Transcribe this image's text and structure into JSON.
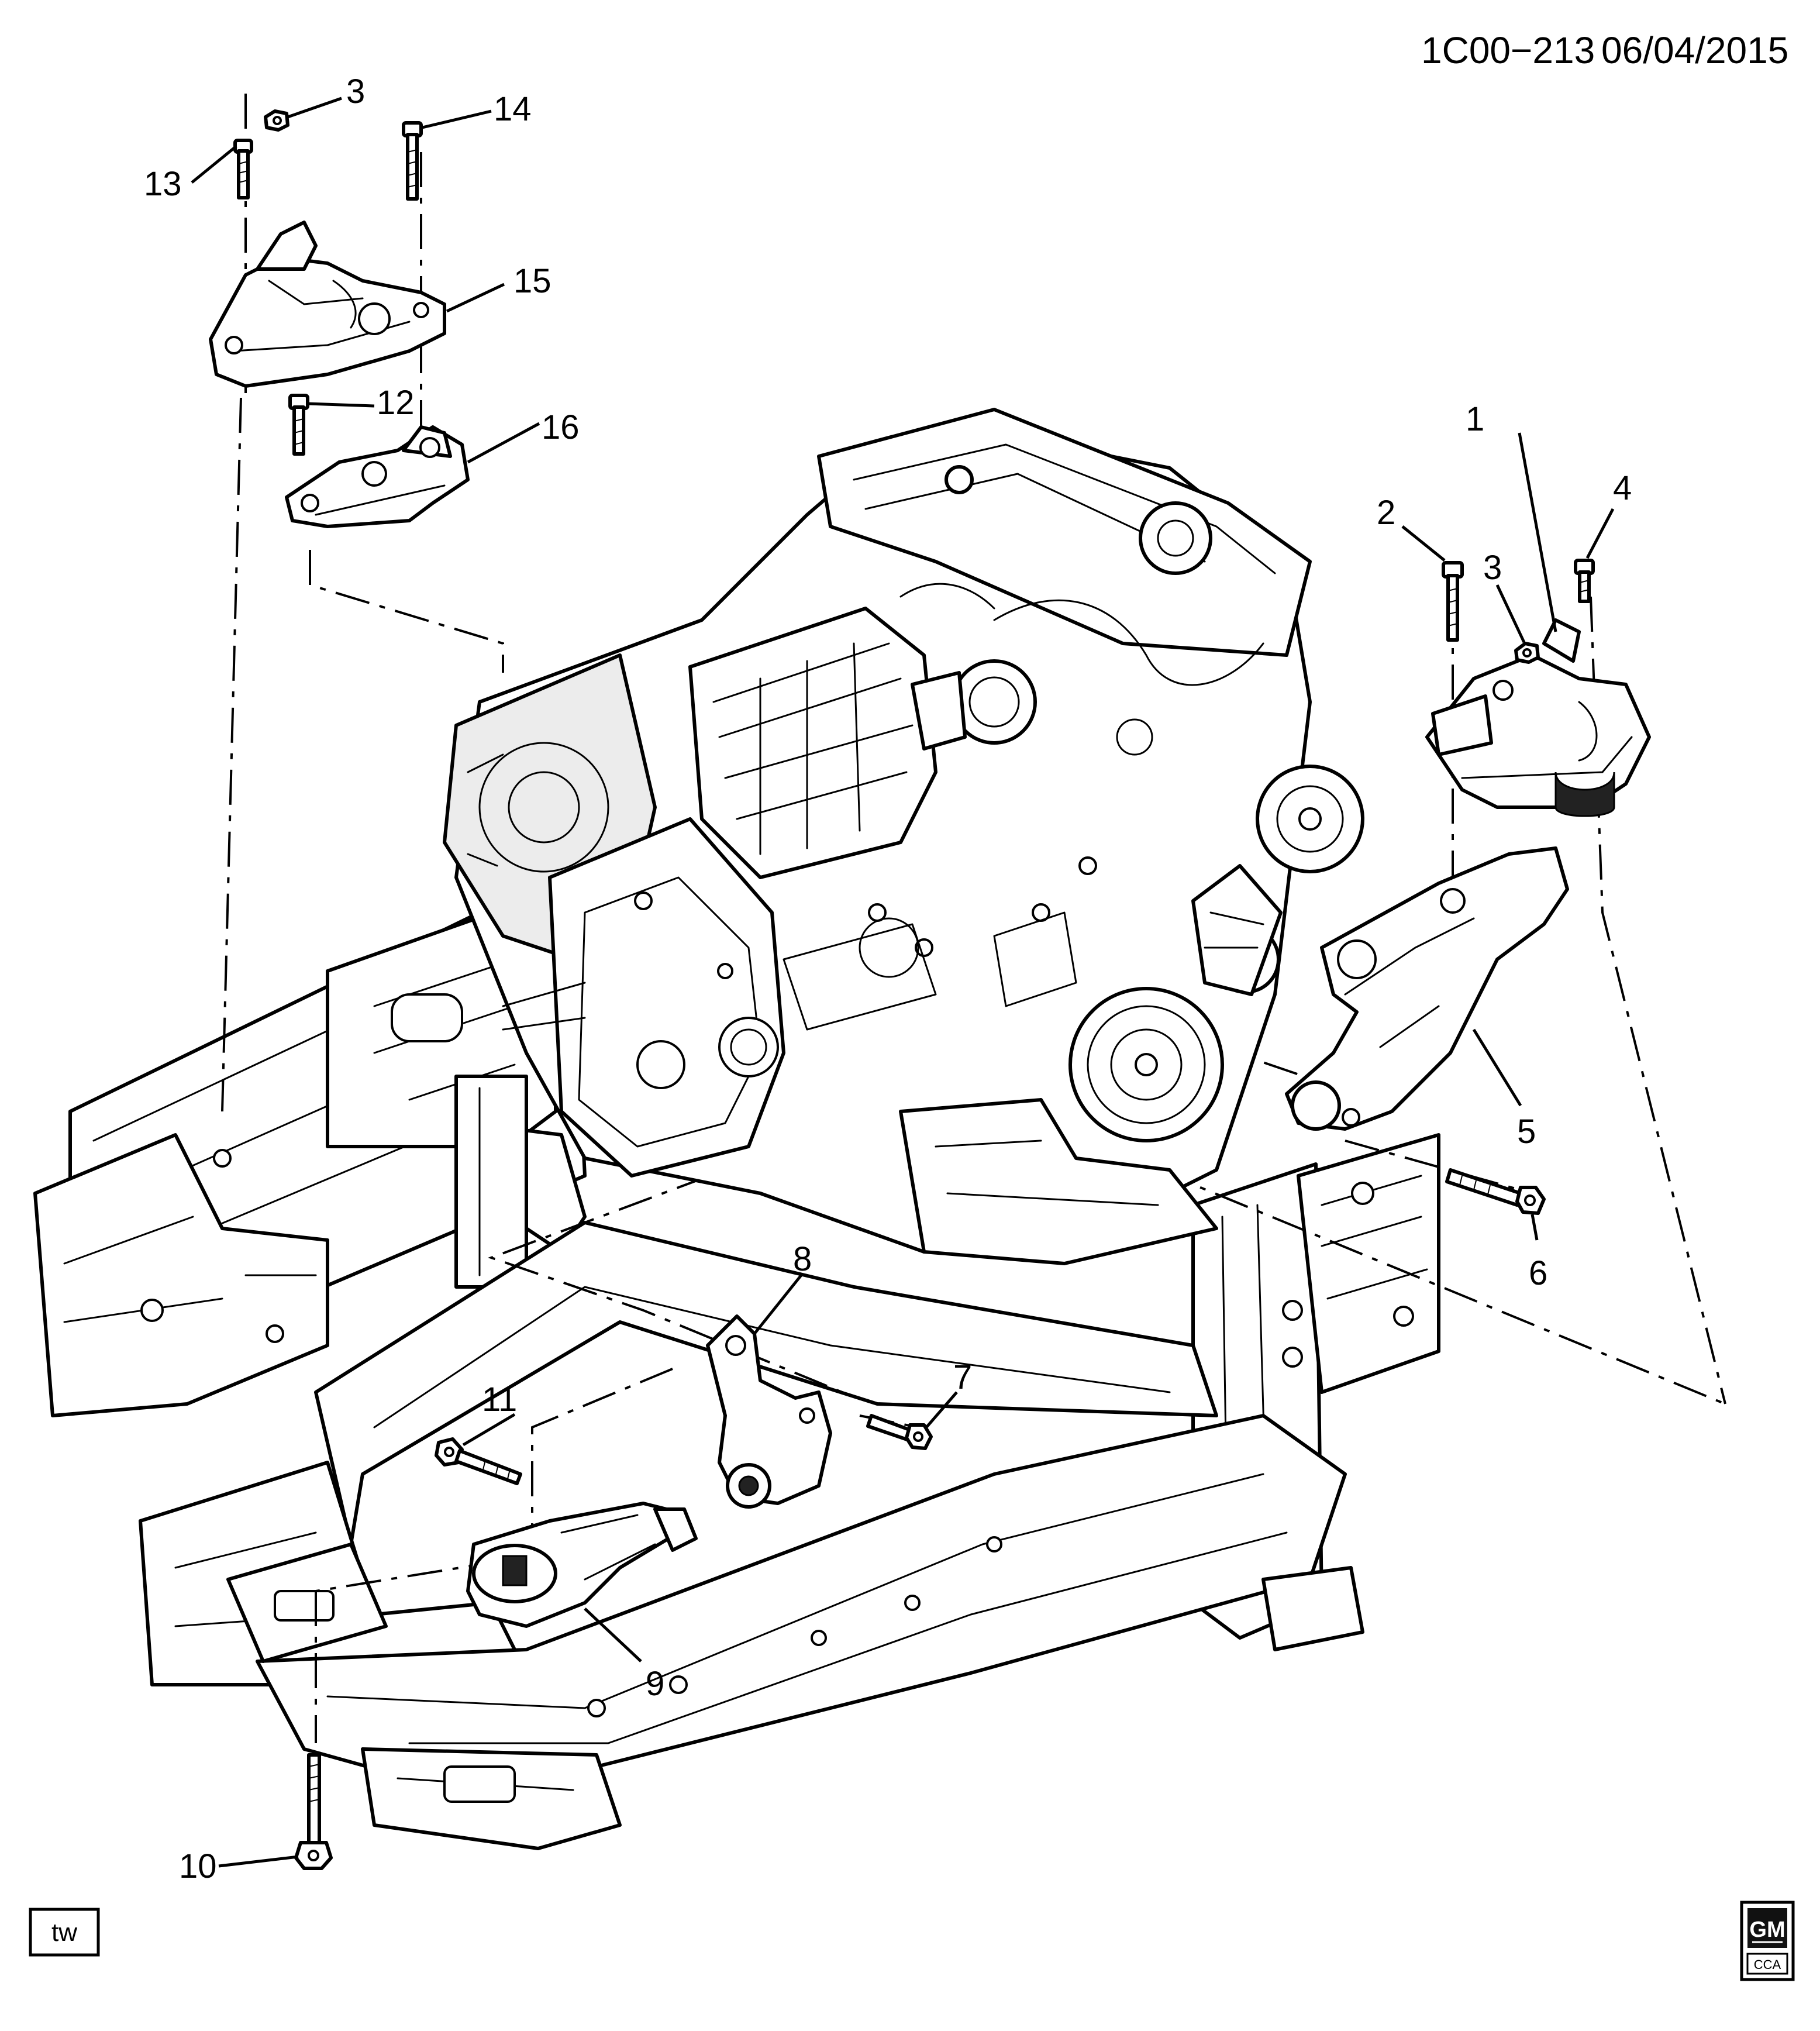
{
  "header": {
    "doc_ref": "1C00−213",
    "date": "06/04/2015"
  },
  "corner_tag": "tw",
  "logo": {
    "letters": "GM",
    "sub": "CCA"
  },
  "callouts": [
    {
      "id": "1",
      "label": "1"
    },
    {
      "id": "2",
      "label": "2"
    },
    {
      "id": "3a",
      "label": "3"
    },
    {
      "id": "3b",
      "label": "3"
    },
    {
      "id": "4",
      "label": "4"
    },
    {
      "id": "5",
      "label": "5"
    },
    {
      "id": "6",
      "label": "6"
    },
    {
      "id": "7",
      "label": "7"
    },
    {
      "id": "8",
      "label": "8"
    },
    {
      "id": "9",
      "label": "9"
    },
    {
      "id": "10",
      "label": "10"
    },
    {
      "id": "11",
      "label": "11"
    },
    {
      "id": "12",
      "label": "12"
    },
    {
      "id": "13",
      "label": "13"
    },
    {
      "id": "14",
      "label": "14"
    },
    {
      "id": "15",
      "label": "15"
    },
    {
      "id": "16",
      "label": "16"
    }
  ]
}
